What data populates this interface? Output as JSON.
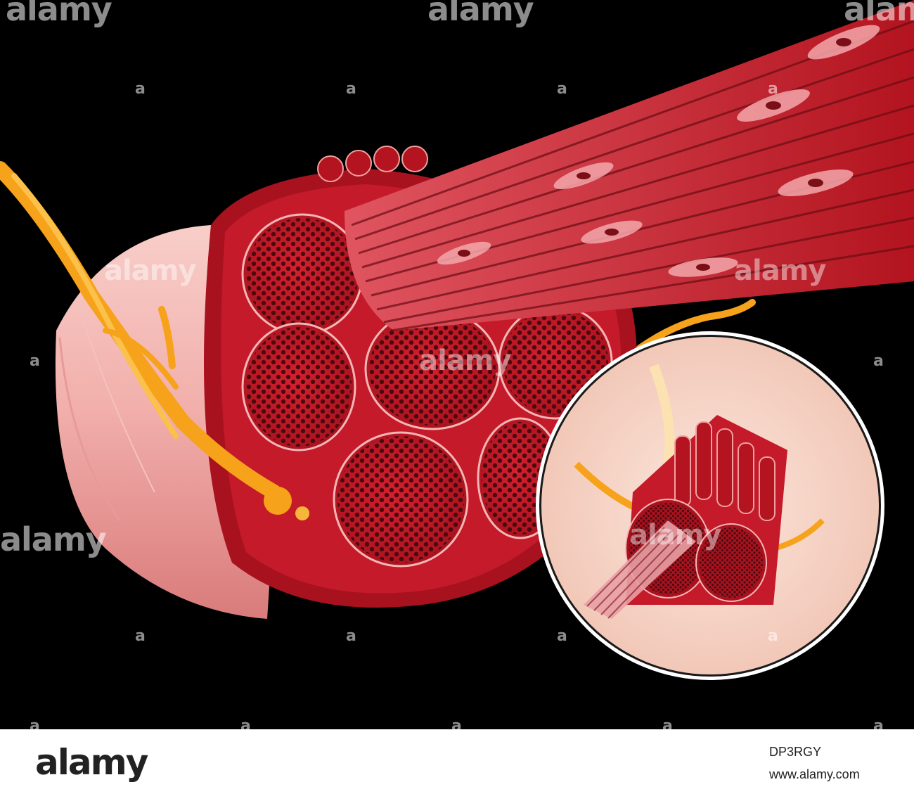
{
  "image": {
    "description_kind": "medical illustration",
    "background_color": "#000000",
    "colors": {
      "muscle_red": "#c41a2a",
      "muscle_dark": "#7a0f18",
      "fiber_pink": "#f29aa0",
      "sheath_pink": "#f7c9c4",
      "nerve_orange": "#f6a21a",
      "inset_bg": "#f5d7c8"
    }
  },
  "watermark": {
    "text": "alamy",
    "corner_glyph": "a"
  },
  "footer": {
    "logo": "alamy",
    "image_id": "DP3RGY",
    "url": "www.alamy.com"
  }
}
